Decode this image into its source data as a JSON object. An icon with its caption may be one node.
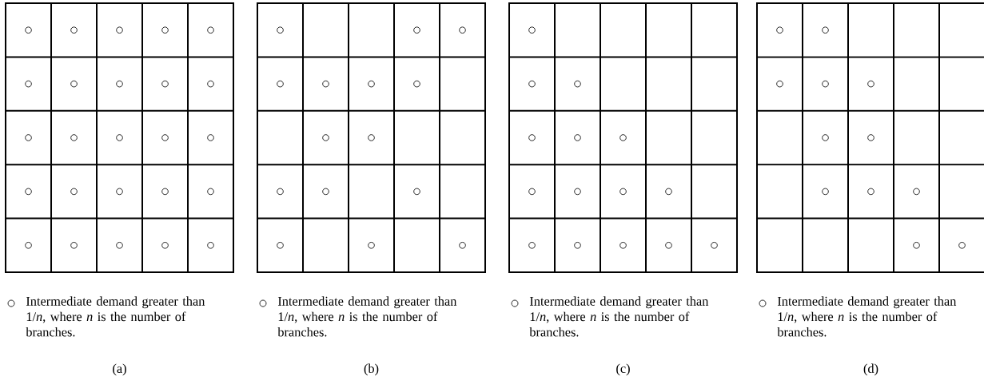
{
  "diagram": {
    "labels": [
      "(a)",
      "(b)",
      "(c)",
      "(d)"
    ],
    "legend": [
      {
        "text": "Intermediate demand greater than 1/*n*, where *n* is the number of branches."
      },
      {
        "text": "Intermediate demand greater than 1/*n*, where *n* is the number of branches."
      },
      {
        "text": "Intermediate demand greater than 1/*n*, where *n* is the number of branches."
      },
      {
        "text": "Intermediate demand greater than 1/*n*, where *n* is the number of branches."
      }
    ]
  }
}
